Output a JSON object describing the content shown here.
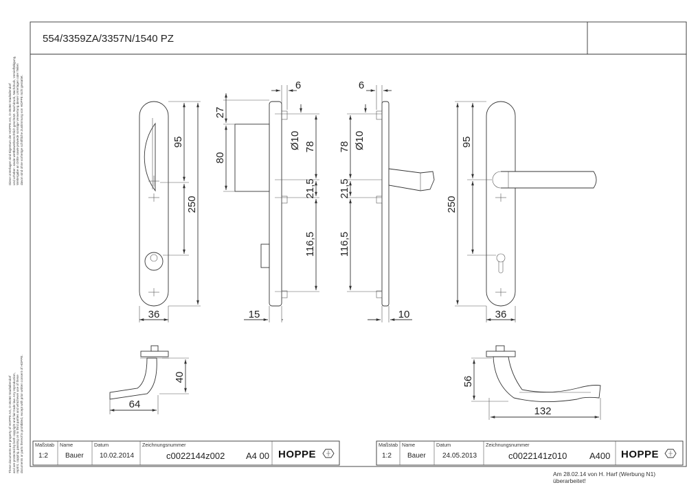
{
  "title": "554/3359ZA/3357N/1540 PZ",
  "side_note_top": "Diese Unterlagen sind Eigentum der HOPPE AG, D-35260 Stadtallendorf\nund urheber- sowie wettbewerbsrechtlich geschützt. Nachdruck, Nachdruck, Vervielfältigung,\nWeitergabe an Dritte sowie jedwede sonstige Verwertung dieser Unterlagen oder Teilen\ndavon sind ohne vorherige schriftliche Zustimmung von HOPPE nicht gestattet.",
  "side_note_bottom": "These documents are property of HOPPE AG, D-35260 Stadtallendorf\nand are protected by both copyright and fair trade law. Any reproduction,\nreprint, copying, passing on to third parties and whichever use of these\ndocuments or parts thereof is prohibited, except with prior written consent of HOPPE.",
  "dimensions": {
    "front_left": {
      "d95": "95",
      "d250": "250",
      "d36": "36"
    },
    "side_left": {
      "d27": "27",
      "d80": "80",
      "d6": "6",
      "d10": "Ø10",
      "d78": "78",
      "d21": "21,5",
      "d116": "116,5",
      "d15": "15"
    },
    "side_right": {
      "d6": "6",
      "d78": "78",
      "d10": "Ø10",
      "d21": "21,5",
      "d116": "116,5",
      "d10b": "10"
    },
    "front_right": {
      "d95": "95",
      "d250": "250",
      "d36": "36"
    },
    "top_left": {
      "d40": "40",
      "d64": "64"
    },
    "top_right": {
      "d56": "56",
      "d132": "132"
    }
  },
  "title_block_left": {
    "labels": {
      "scale": "Maßstab",
      "name": "Name",
      "date": "Datum",
      "drawing": "Zeichnungsnummer"
    },
    "values": {
      "scale": "1:2",
      "name": "Bauer",
      "date": "10.02.2014",
      "drawing": "c0022144z002",
      "format": "A4 00"
    },
    "logo": "HOPPE"
  },
  "title_block_right": {
    "labels": {
      "scale": "Maßstab",
      "name": "Name",
      "date": "Datum",
      "drawing": "Zeichnungsnummer"
    },
    "values": {
      "scale": "1:2",
      "name": "Bauer",
      "date": "24.05.2013",
      "drawing": "c0022141z010",
      "format": "A400"
    },
    "logo": "HOPPE"
  },
  "footer_note": "Am 28.02.14 von H. Harf (Werbung N1) überarbeitet!",
  "colors": {
    "line": "#333333",
    "background": "#ffffff"
  }
}
